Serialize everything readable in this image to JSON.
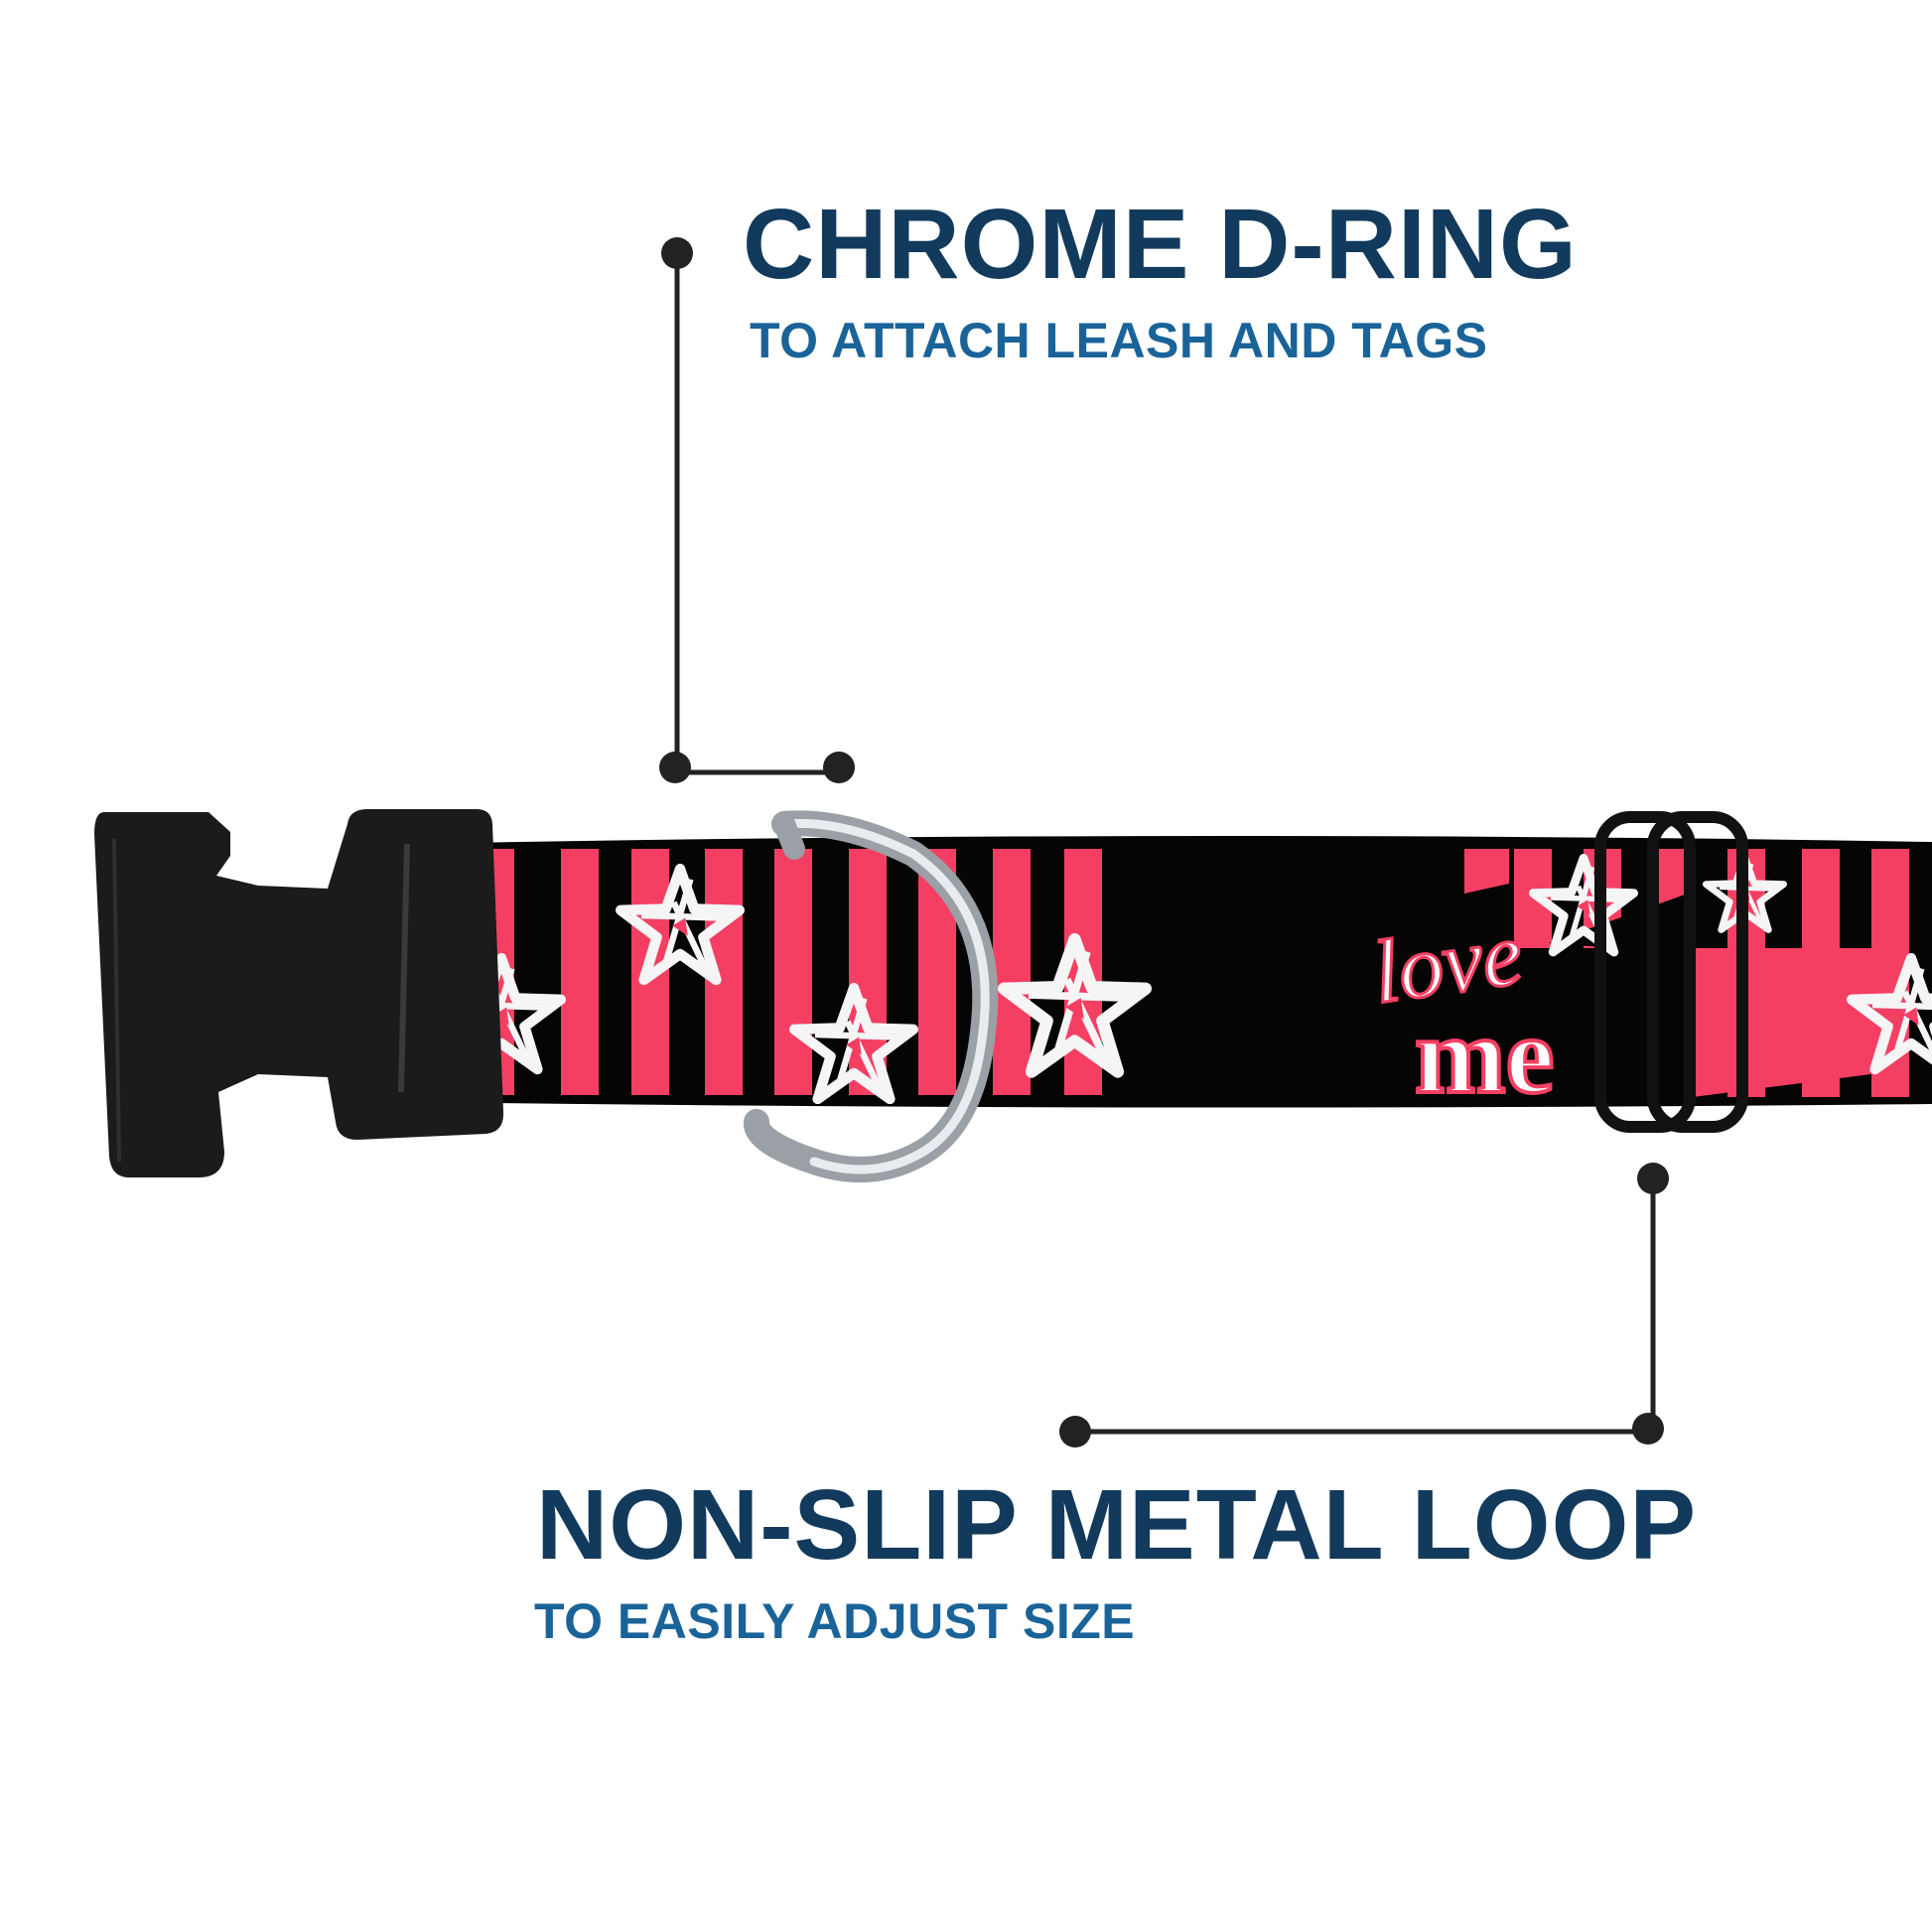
{
  "callouts": {
    "d_ring": {
      "title": "CHROME D-RING",
      "subtitle": "TO ATTACH LEASH AND TAGS"
    },
    "loop": {
      "title": "NON-SLIP METAL LOOP",
      "subtitle": "TO EASILY ADJUST SIZE"
    }
  },
  "collar_print": {
    "love": "love",
    "me": "me"
  },
  "colors": {
    "heading": "#123a5c",
    "subheading": "#1a6399",
    "strap_black": "#050505",
    "stripe_pink": "#f43f63",
    "star_white": "#f5f5f5",
    "leader_line": "#222222"
  },
  "icons": [
    "buckle-icon",
    "d-ring-icon",
    "slide-loop-icon",
    "star-icon"
  ]
}
